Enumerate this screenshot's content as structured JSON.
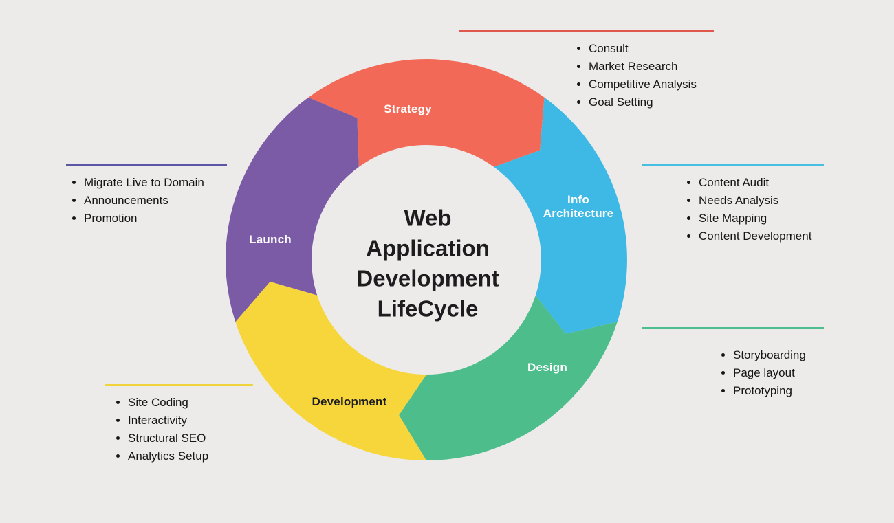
{
  "background": "#ECEBE9",
  "title": {
    "text": "Web Application Development LifeCycle",
    "lines": [
      "Web",
      "Application",
      "Development",
      "LifeCycle"
    ]
  },
  "segments": [
    {
      "id": "strategy",
      "label": "Strategy",
      "color": "#F26957",
      "line_color": "#E0584C",
      "label_color": "#FFFFFF",
      "items": [
        "Consult",
        "Market Research",
        "Competitive Analysis",
        "Goal Setting"
      ]
    },
    {
      "id": "info-architecture",
      "label": "Info Architecture",
      "color": "#3EB9E5",
      "line_color": "#49BEE3",
      "label_color": "#FFFFFF",
      "items": [
        "Content Audit",
        "Needs Analysis",
        "Site Mapping",
        "Content Development"
      ]
    },
    {
      "id": "design",
      "label": "Design",
      "color": "#4DBD8C",
      "line_color": "#4FBE8E",
      "label_color": "#FFFFFF",
      "items": [
        "Storyboarding",
        "Page layout",
        "Prototyping"
      ]
    },
    {
      "id": "development",
      "label": "Development",
      "color": "#F7D63C",
      "line_color": "#EFD43C",
      "label_color": "#1D1D1F",
      "items": [
        "Site Coding",
        "Interactivity",
        "Structural SEO",
        "Analytics Setup"
      ]
    },
    {
      "id": "launch",
      "label": "Launch",
      "color": "#7B5BA6",
      "line_color": "#5D55A6",
      "label_color": "#FFFFFF",
      "items": [
        "Migrate Live to Domain",
        "Announcements",
        "Promotion"
      ]
    }
  ]
}
